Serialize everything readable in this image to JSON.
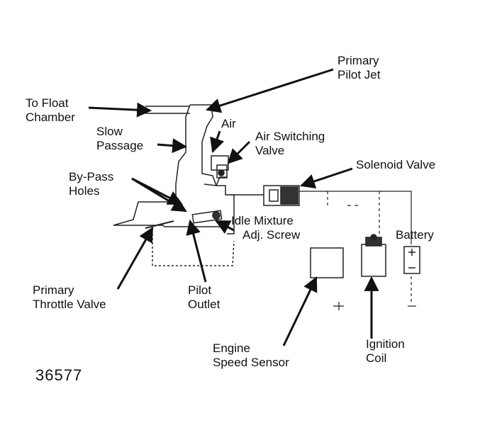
{
  "labels": {
    "primary_pilot_jet": [
      "Primary",
      "Pilot Jet"
    ],
    "to_float_chamber": [
      "To Float",
      "Chamber"
    ],
    "air": "Air",
    "slow_passage": [
      "Slow",
      "Passage"
    ],
    "air_switching_valve": [
      "Air Switching",
      "Valve"
    ],
    "solenoid_valve": "Solenoid Valve",
    "by_pass_holes": [
      "By-Pass",
      "Holes"
    ],
    "idle_mixture_adj_screw": [
      "Idle Mixture",
      "Adj. Screw"
    ],
    "battery": "Battery",
    "primary_throttle_valve": [
      "Primary",
      "Throttle Valve"
    ],
    "pilot_outlet": [
      "Pilot",
      "Outlet"
    ],
    "engine_speed_sensor": [
      "Engine",
      "Speed Sensor"
    ],
    "ignition_coil": [
      "Ignition",
      "Coil"
    ]
  },
  "figure_number": "36577",
  "colors": {
    "ink": "#111111",
    "paper": "#ffffff"
  }
}
